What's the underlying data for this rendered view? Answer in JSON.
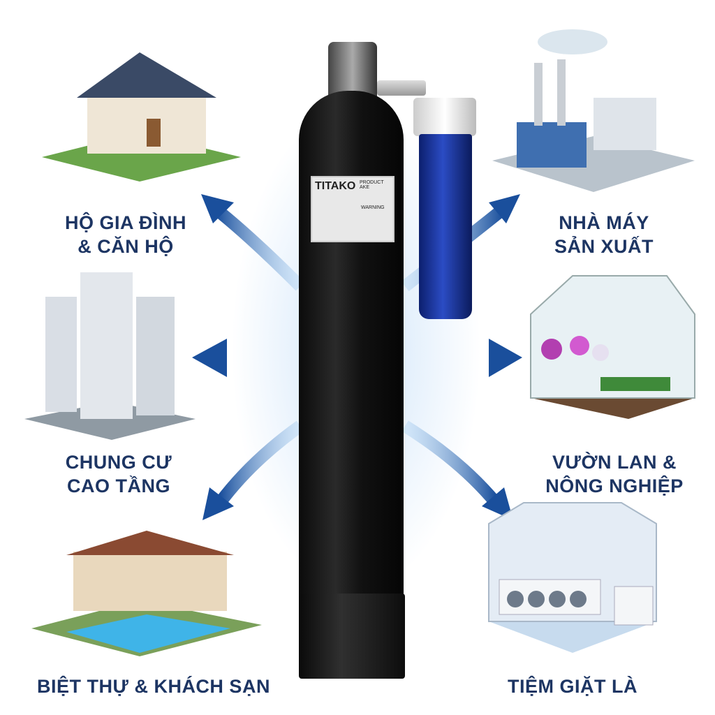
{
  "product": {
    "brand": "TITAKO",
    "label_header": "PRODUCT AKE",
    "warning": "WARNING"
  },
  "applications": [
    {
      "id": "household",
      "label_line1": "HỘ GIA ĐÌNH",
      "label_line2": "& CĂN HỘ"
    },
    {
      "id": "factory",
      "label_line1": "NHÀ MÁY",
      "label_line2": "SẢN XUẤT"
    },
    {
      "id": "apartment",
      "label_line1": "CHUNG CƯ",
      "label_line2": "CAO TẦNG"
    },
    {
      "id": "garden",
      "label_line1": "VƯỜN LAN &",
      "label_line2": "NÔNG NGHIỆP"
    },
    {
      "id": "villa",
      "label_line1": "BIỆT THỰ & KHÁCH SẠN",
      "label_line2": ""
    },
    {
      "id": "laundry",
      "label_line1": "TIỆM GIẶT LÀ",
      "label_line2": ""
    }
  ],
  "colors": {
    "label": "#1d3563",
    "arrow": "#1f5fae",
    "tank": "#111111",
    "filter": "#1e3aa8"
  }
}
